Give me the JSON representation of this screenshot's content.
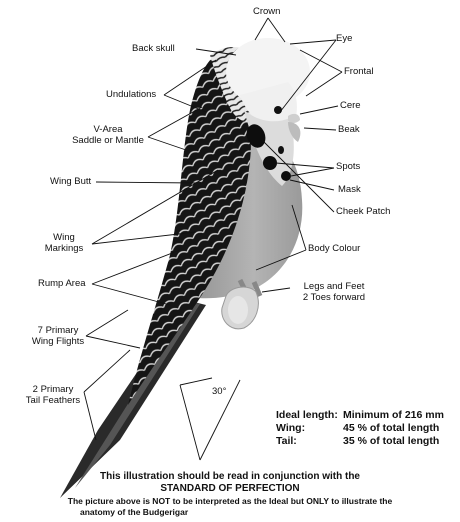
{
  "labels": {
    "crown": "Crown",
    "eye": "Eye",
    "back_skull": "Back skull",
    "frontal": "Frontal",
    "undulations": "Undulations",
    "cere": "Cere",
    "v_area_1": "V-Area",
    "v_area_2": "Saddle or Mantle",
    "beak": "Beak",
    "spots": "Spots",
    "wing_butt": "Wing Butt",
    "mask": "Mask",
    "cheek_patch": "Cheek Patch",
    "wing_markings_1": "Wing",
    "wing_markings_2": "Markings",
    "body_colour": "Body Colour",
    "rump_area": "Rump Area",
    "legs_1": "Legs and Feet",
    "legs_2": "2 Toes forward",
    "primary_flights_1": "7 Primary",
    "primary_flights_2": "Wing Flights",
    "tail_feathers_1": "2 Primary",
    "tail_feathers_2": "Tail Feathers",
    "angle": "30°"
  },
  "specs": {
    "ideal_label": "Ideal length:",
    "ideal_value": "Minimum of 216 mm",
    "wing_label": "Wing:",
    "wing_value": "45 % of total length",
    "tail_label": "Tail:",
    "tail_value": "35 % of total length"
  },
  "notes": {
    "line1": "This illustration should be read in conjunction with the",
    "line2": "STANDARD OF PERFECTION",
    "line3": "The picture above is NOT to be interpreted as the Ideal but ONLY to illustrate the",
    "line4": "anatomy of the Budgerigar"
  },
  "colors": {
    "body": "#a8a8a8",
    "head": "#f2f2f2",
    "wing_dark": "#1a1a1a"
  }
}
